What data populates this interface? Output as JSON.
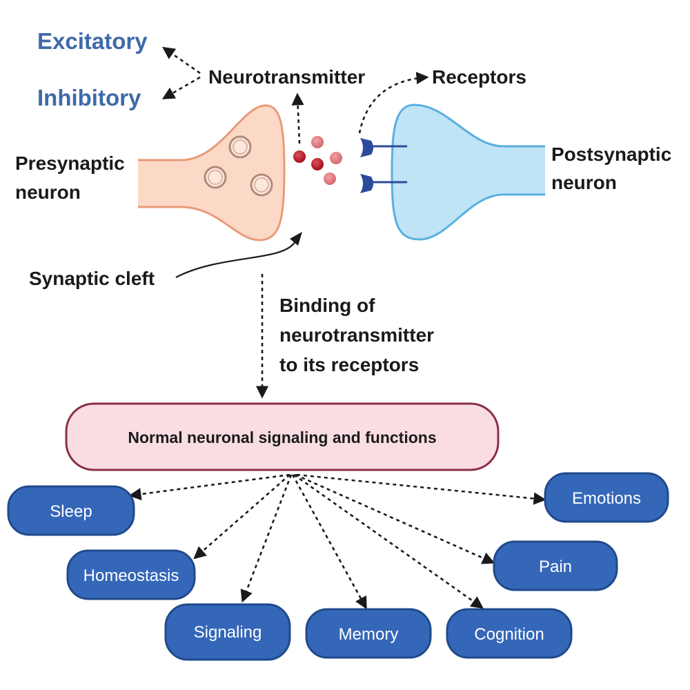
{
  "labels": {
    "excitatory": "Excitatory",
    "inhibitory": "Inhibitory",
    "neurotransmitter": "Neurotransmitter",
    "receptors": "Receptors",
    "presynaptic_line1": "Presynaptic",
    "presynaptic_line2": "neuron",
    "postsynaptic_line1": "Postsynaptic",
    "postsynaptic_line2": "neuron",
    "synaptic_cleft": "Synaptic cleft",
    "binding_line1": "Binding of",
    "binding_line2": "neurotransmitter",
    "binding_line3": "to its receptors"
  },
  "central_box": {
    "label": "Normal neuronal signaling and functions"
  },
  "functions": [
    {
      "label": "Sleep"
    },
    {
      "label": "Homeostasis"
    },
    {
      "label": "Signaling"
    },
    {
      "label": "Memory"
    },
    {
      "label": "Cognition"
    },
    {
      "label": "Pain"
    },
    {
      "label": "Emotions"
    }
  ],
  "colors": {
    "presynaptic_fill": "#fcd9c6",
    "presynaptic_stroke": "#e89a78",
    "postsynaptic_fill": "#bfe4f5",
    "postsynaptic_stroke": "#5aaee0",
    "central_box_fill": "#f9dde3",
    "central_box_stroke": "#8a2f45",
    "pill_fill": "#3567b8",
    "pill_stroke": "#1f4a8c",
    "accent_blue_text": "#3f6aa8",
    "receptor_color": "#2a4b9a"
  }
}
